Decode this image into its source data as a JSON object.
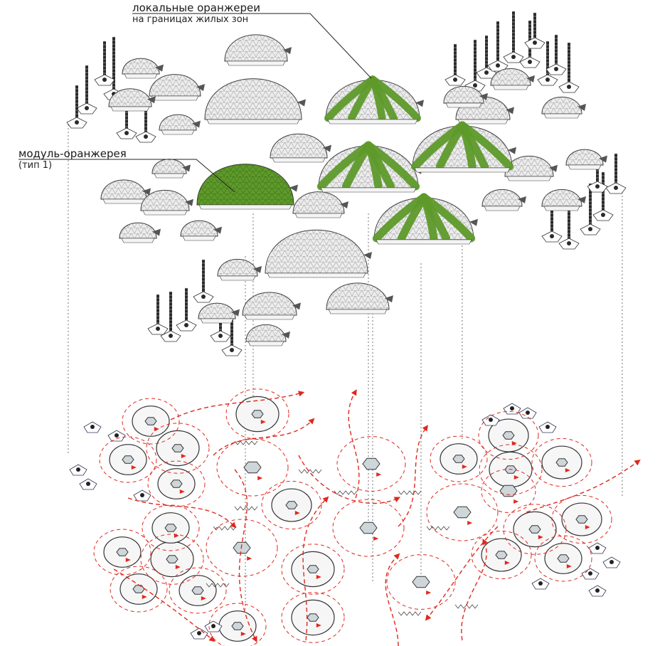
{
  "labels": {
    "local_greenhouses": {
      "title": "локальные оранжереи",
      "subtitle": "на границах жилых зон"
    },
    "module_greenhouse": {
      "title": "модуль-оранжерея",
      "subtitle": "(тип 1)"
    }
  },
  "colors": {
    "dome_fill": "#ececec",
    "dome_mesh": "#8a8a8a",
    "dome_outline": "#3a3a3a",
    "greenhouse_green": "#5e9a2a",
    "greenhouse_green_dark": "#3f7a18",
    "path_red": "#e0281e",
    "guide_line": "#555555",
    "tower_dark": "#2a2a2a"
  },
  "icons": {
    "dome": "geodesic-dome-icon",
    "tower": "antenna-tower-icon",
    "hexagon": "hexagon-module-icon",
    "arrow": "red-arrow-icon"
  }
}
